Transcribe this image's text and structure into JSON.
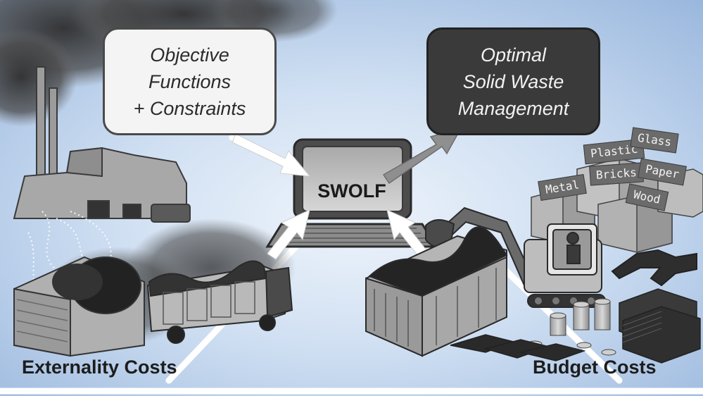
{
  "title_boxes": {
    "objectives": [
      "Objective",
      "Functions",
      "+ Constraints"
    ],
    "result": [
      "Optimal",
      "Solid Waste",
      "Management"
    ]
  },
  "center": {
    "laptop_label": "SWOLF"
  },
  "corners": {
    "externality": "Externality Costs",
    "budget": "Budget Costs"
  },
  "material_tags": {
    "plastic": "Plastic",
    "glass": "Glass",
    "bricks": "Bricks",
    "paper": "Paper",
    "metal": "Metal",
    "wood": "Wood"
  },
  "colors": {
    "sky_light": "#eef4fb",
    "sky_mid": "#bed3ec",
    "sky_dark": "#9ab8de",
    "smoke": "#3c3c3c",
    "box_dark": "#3a3a3a",
    "box_light": "#f4f4f4",
    "arrow_gray": "#8f8f8f",
    "white_lines": "#ffffff"
  }
}
